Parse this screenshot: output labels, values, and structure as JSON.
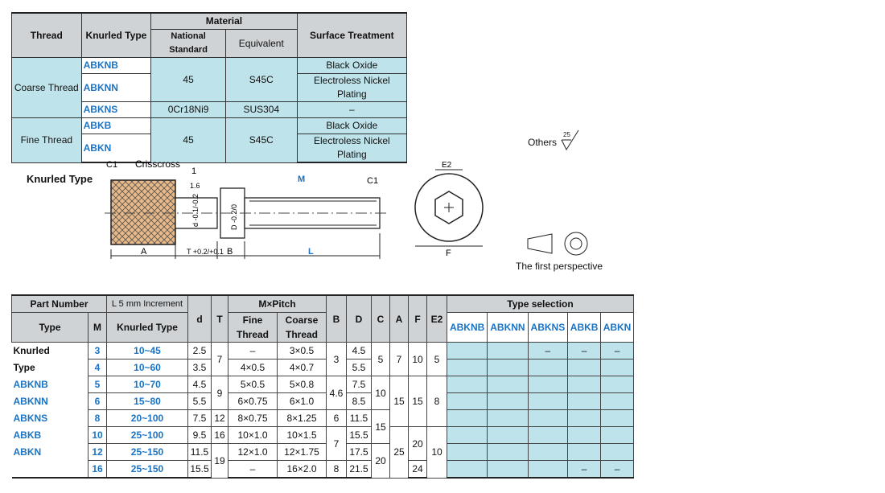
{
  "material_table": {
    "headers": {
      "thread": "Thread",
      "knurled_type": "Knurled Type",
      "material": "Material",
      "national_standard": "National Standard",
      "equivalent": "Equivalent",
      "surface_treatment": "Surface Treatment"
    },
    "groups": [
      {
        "thread": "Coarse Thread",
        "rows": [
          {
            "code": "ABKNB",
            "national": "45",
            "equivalent": "S45C",
            "surface": "Black Oxide"
          },
          {
            "code": "ABKNN",
            "national": "",
            "equivalent": "",
            "surface": "Electroless Nickel Plating"
          },
          {
            "code": "ABKNS",
            "national": "0Cr18Ni9",
            "equivalent": "SUS304",
            "surface": "–"
          }
        ]
      },
      {
        "thread": "Fine Thread",
        "rows": [
          {
            "code": "ABKB",
            "national": "45",
            "equivalent": "S45C",
            "surface": "Black Oxide"
          },
          {
            "code": "ABKN",
            "national": "",
            "equivalent": "",
            "surface": "Electroless Nickel Plating"
          }
        ]
      }
    ]
  },
  "drawing": {
    "knurled_type_label": "Knurled Type",
    "c1_left": "C1",
    "crisscross": "Crisscross",
    "one": "1",
    "roughness_1_6": "1.6",
    "d_tol": "d -0.1/-0.2",
    "D_tol": "D -0.2/0",
    "T_tol": "T +0.2/+0.1",
    "A": "A",
    "B": "B",
    "L": "L",
    "M": "M",
    "c1_right": "C1",
    "E2": "E2",
    "F": "F",
    "others": "Others",
    "others_value": "25",
    "first_perspective": "The first perspective"
  },
  "spec_table": {
    "headers": {
      "part_number": "Part Number",
      "l_increment": "L 5 mm Increment",
      "type": "Type",
      "m": "M",
      "knurled_type": "Knurled Type",
      "d": "d",
      "t": "T",
      "m_pitch": "M×Pitch",
      "fine": "Fine Thread",
      "coarse": "Coarse Thread",
      "b": "B",
      "D": "D",
      "c": "C",
      "a": "A",
      "f": "F",
      "e2": "E2",
      "type_selection": "Type selection"
    },
    "type_selection_cols": [
      "ABKNB",
      "ABKNN",
      "ABKNS",
      "ABKB",
      "ABKN"
    ],
    "type_labels": [
      "Knurled",
      "Type",
      "ABKNB",
      "ABKNN",
      "ABKNS",
      "ABKB",
      "ABKN"
    ],
    "rows": [
      {
        "m": "3",
        "range": "10~45",
        "d": "2.5",
        "fine": "–",
        "coarse": "3×0.5",
        "D": "4.5"
      },
      {
        "m": "4",
        "range": "10~60",
        "d": "3.5",
        "fine": "4×0.5",
        "coarse": "4×0.7",
        "D": "5.5"
      },
      {
        "m": "5",
        "range": "10~70",
        "d": "4.5",
        "fine": "5×0.5",
        "coarse": "5×0.8",
        "D": "7.5"
      },
      {
        "m": "6",
        "range": "15~80",
        "d": "5.5",
        "fine": "6×0.75",
        "coarse": "6×1.0",
        "D": "8.5"
      },
      {
        "m": "8",
        "range": "20~100",
        "d": "7.5",
        "fine": "8×0.75",
        "coarse": "8×1.25",
        "D": "11.5"
      },
      {
        "m": "10",
        "range": "25~100",
        "d": "9.5",
        "fine": "10×1.0",
        "coarse": "10×1.5",
        "D": "15.5"
      },
      {
        "m": "12",
        "range": "25~150",
        "d": "11.5",
        "fine": "12×1.0",
        "coarse": "12×1.75",
        "D": "17.5"
      },
      {
        "m": "16",
        "range": "25~150",
        "d": "15.5",
        "fine": "–",
        "coarse": "16×2.0",
        "D": "21.5"
      }
    ],
    "merged": {
      "t": [
        "7",
        "9",
        "12",
        "16",
        "19"
      ],
      "b": [
        "3",
        "4.6",
        "6",
        "7",
        "8"
      ],
      "c": [
        "5",
        "10",
        "15",
        "20"
      ],
      "a": [
        "7",
        "15",
        "25"
      ],
      "f": [
        "10",
        "15",
        "20",
        "24"
      ],
      "e2": [
        "5",
        "8",
        "10"
      ]
    },
    "dash": "–"
  }
}
